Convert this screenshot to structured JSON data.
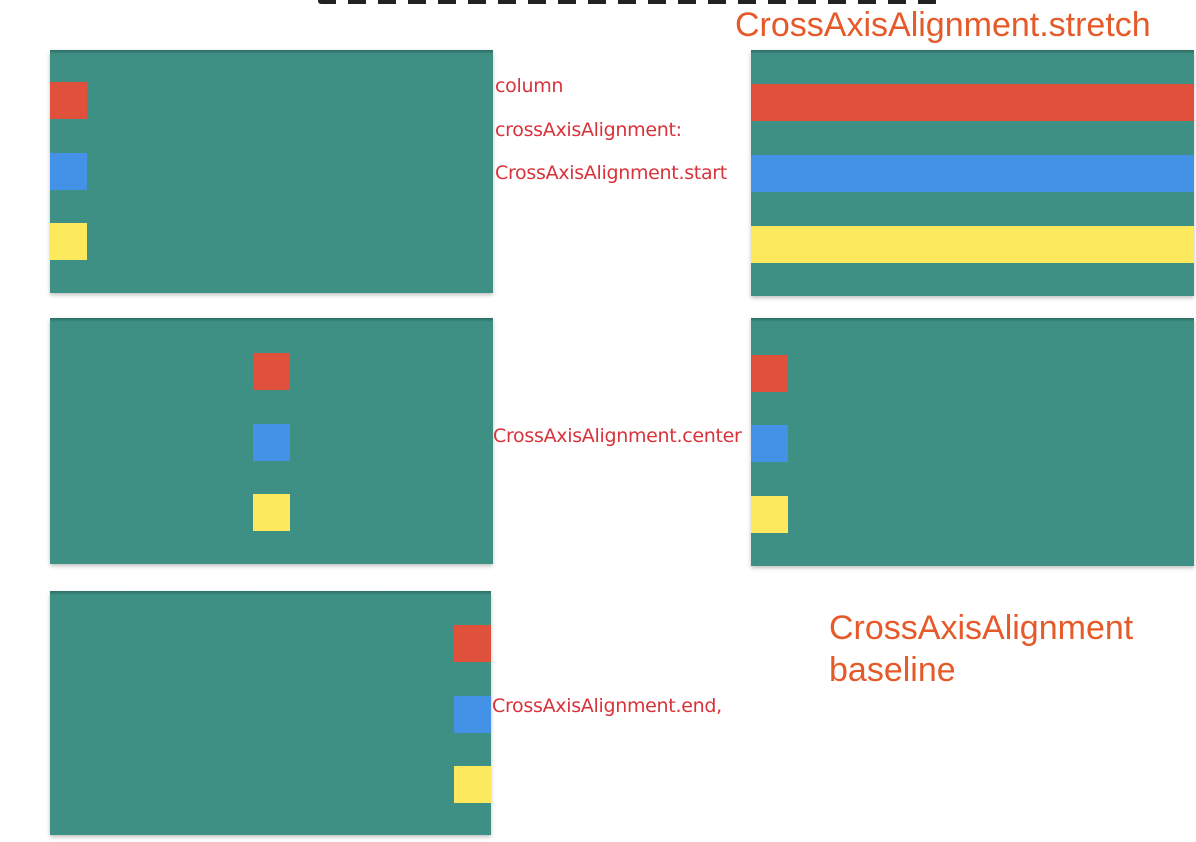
{
  "colors": {
    "panel": "#3f9084",
    "red": "#e0513b",
    "blue": "#4491e8",
    "yellow": "#fde95d",
    "small_label": "#d8323a",
    "big_label": "#e65a2a"
  },
  "labels": {
    "column": "column",
    "cross_axis_alignment": "crossAxisAlignment:",
    "start": "CrossAxisAlignment.start",
    "center": "CrossAxisAlignment.center",
    "end": "CrossAxisAlignment.end,",
    "stretch": "CrossAxisAlignment.stretch",
    "baseline_line1": "CrossAxisAlignment",
    "baseline_line2": "baseline"
  }
}
